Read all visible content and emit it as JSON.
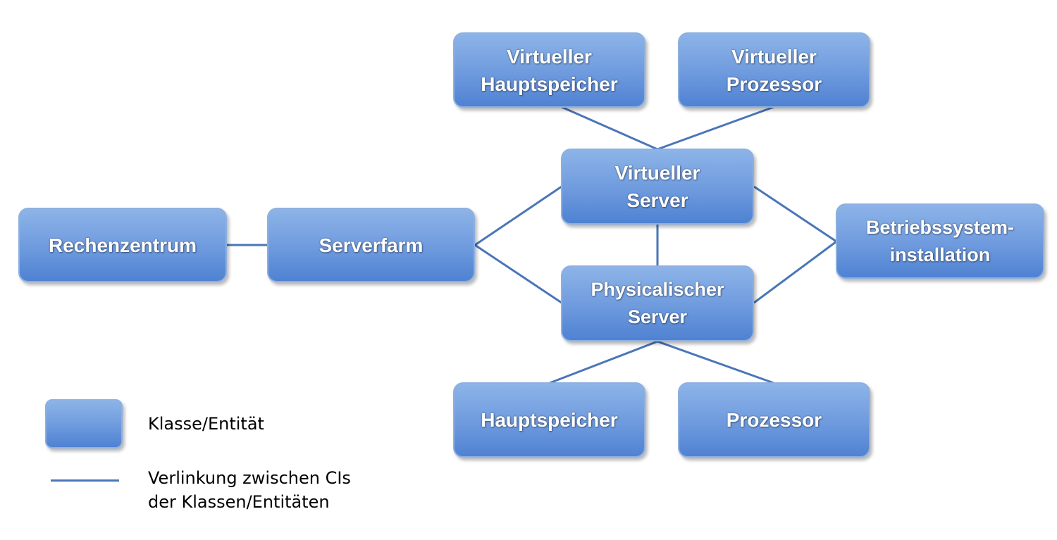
{
  "nodes": {
    "rechenzentrum": "Rechenzentrum",
    "serverfarm": "Serverfarm",
    "virtueller_hauptspeicher": "Virtueller\nHauptspeicher",
    "virtueller_prozessor": "Virtueller\nProzessor",
    "virtueller_server": "Virtueller\nServer",
    "physicalischer_server": "Physicalischer\nServer",
    "betriebssysteminstallation": "Betriebssystem-\ninstallation",
    "hauptspeicher": "Hauptspeicher",
    "prozessor": "Prozessor"
  },
  "legend": {
    "entity_label": "Klasse/Entität",
    "link_label": "Verlinkung zwischen CIs\nder Klassen/Entitäten"
  },
  "colors": {
    "node_fill": "#6e9ade",
    "link": "#4a76b8"
  }
}
